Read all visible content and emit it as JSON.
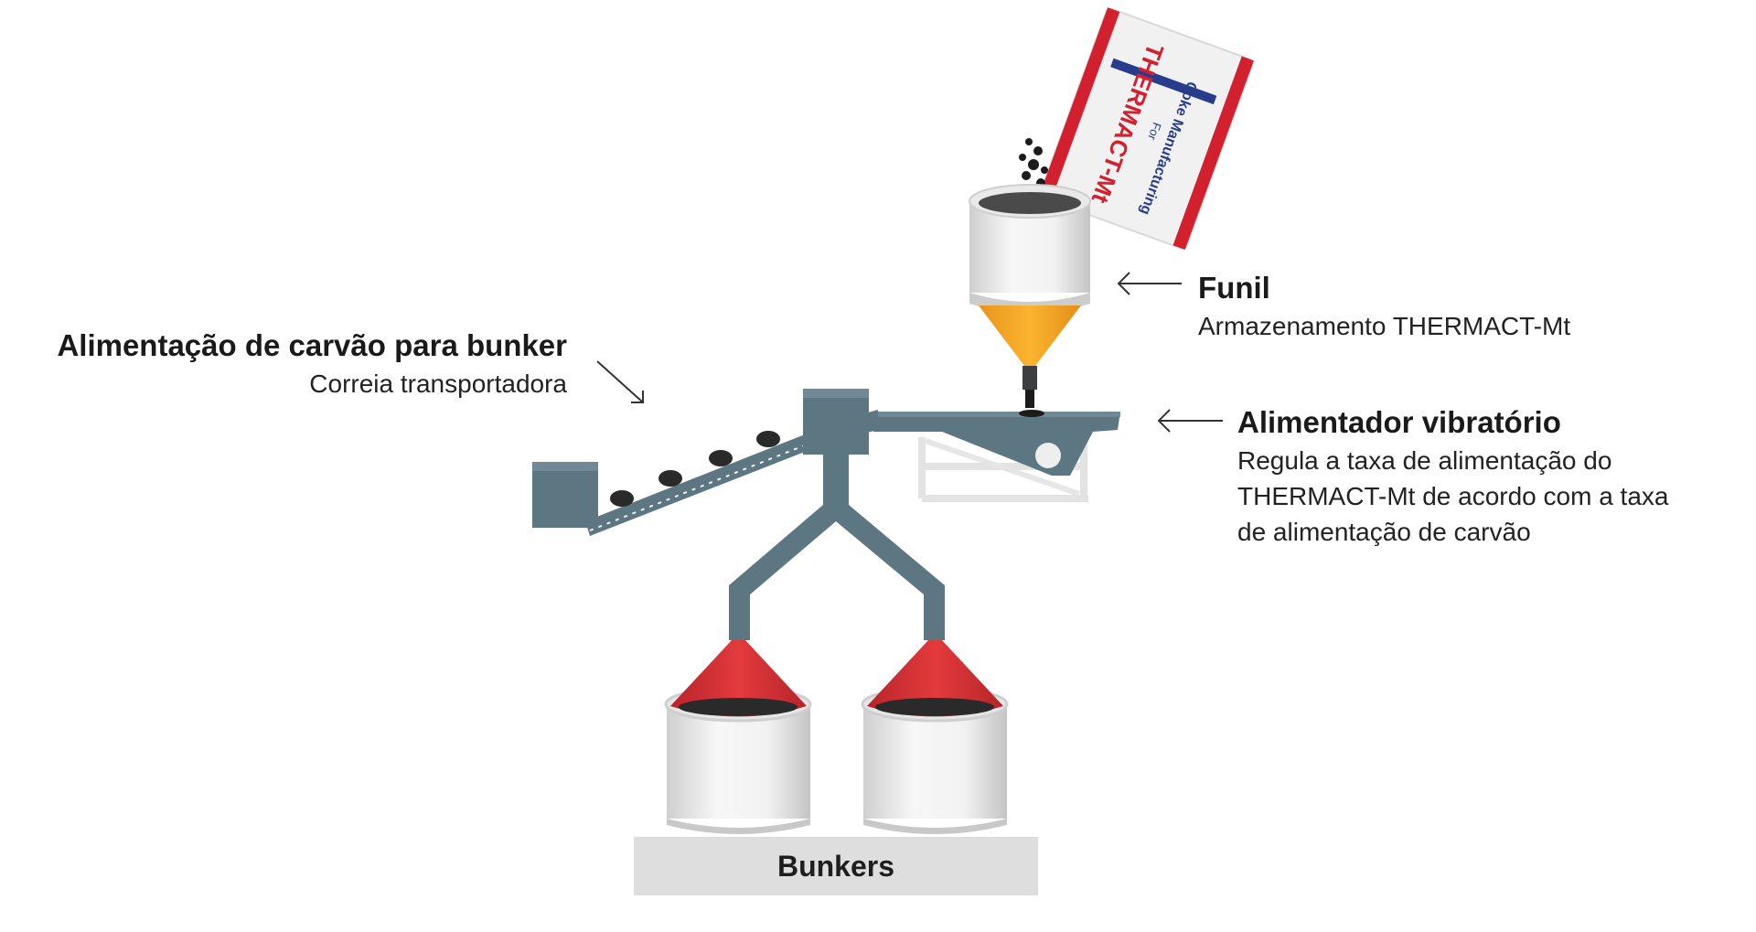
{
  "labels": {
    "coal_feed": {
      "title": "Alimentação de carvão para bunker",
      "subtitle": "Correia transportadora"
    },
    "hopper": {
      "title": "Funil",
      "subtitle": "Armazenamento THERMACT-Mt"
    },
    "vibratory_feeder": {
      "title": "Alimentador vibratório",
      "lines": [
        "Regula a taxa de alimentação do",
        "THERMACT-Mt de acordo com a taxa",
        "de alimentação de carvão"
      ]
    },
    "bunkers": "Bunkers"
  },
  "bag": {
    "brand": "THERMACT-Mt",
    "line1": "For",
    "line2": "Coke Manufacturing"
  },
  "colors": {
    "steel": "#5c7682",
    "steel_dark": "#435a64",
    "hopper_cone": "#f7a823",
    "bunker_cone": "#d62f32",
    "bag_red": "#d3202e",
    "bag_navy": "#283c8c",
    "bunker_base": "#dedede"
  },
  "icons": [
    "arrow-diagonal-icon",
    "arrow-left-icon"
  ]
}
